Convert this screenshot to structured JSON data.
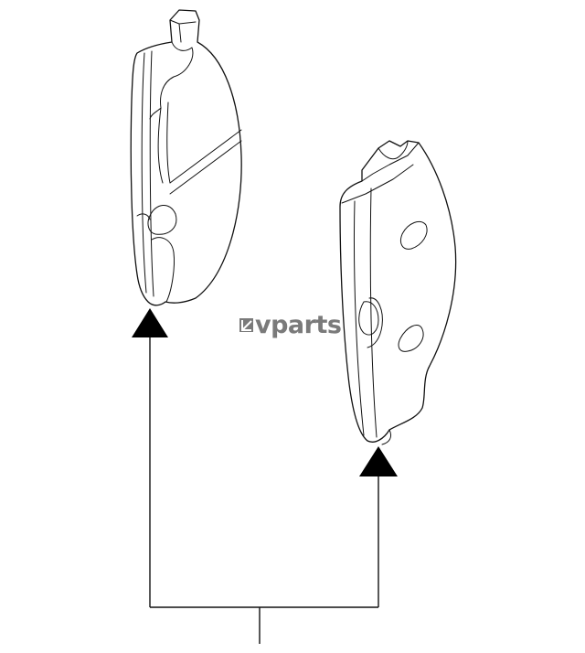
{
  "watermark": {
    "text": "vparts",
    "logo_icon": "vparts-logo-icon",
    "color": "#7a7a7a"
  },
  "diagram": {
    "line_color": "#111111",
    "arrow_color": "#000000",
    "background": "#ffffff",
    "parts": [
      {
        "name": "brake-pad-left",
        "icon": "brake-pad-outline"
      },
      {
        "name": "brake-pad-right",
        "icon": "brake-pad-outline"
      }
    ]
  }
}
